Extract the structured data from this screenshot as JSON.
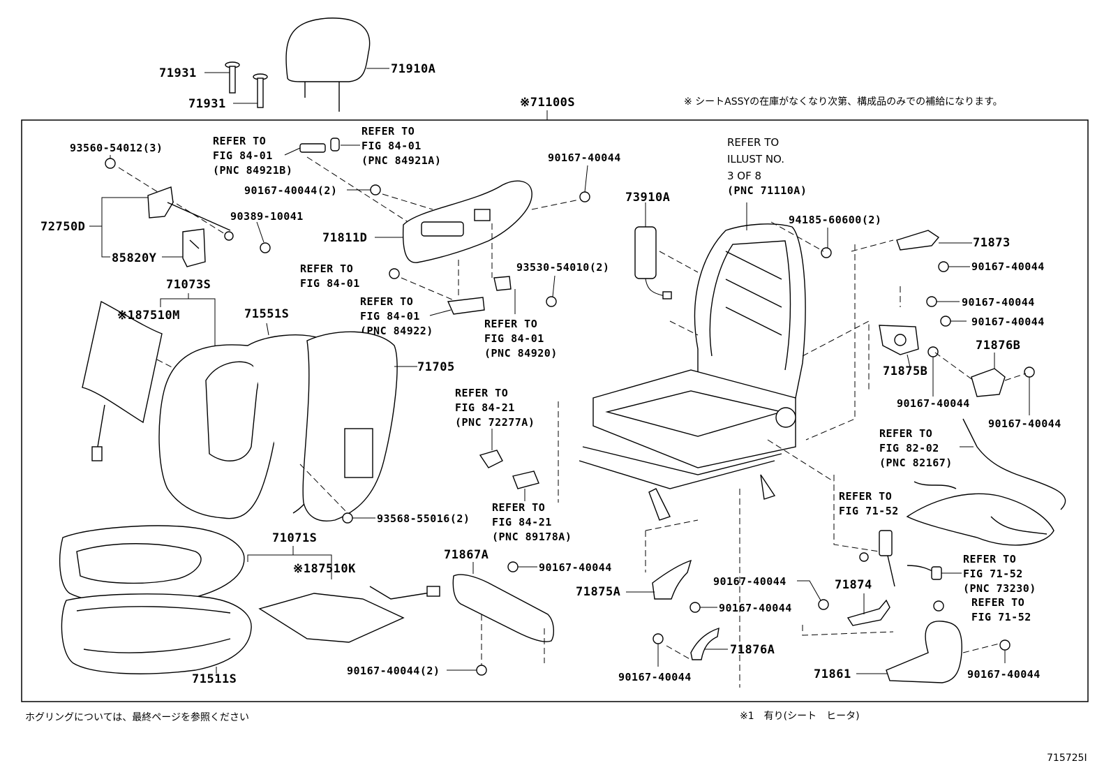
{
  "header_note": "※ シートASSYの在庫がなくなり次第、構成品のみでの補給になります。",
  "assembly_label": "※71100S",
  "footer_left": "ホグリングについては、最終ページを参照ください",
  "footer_right": "※1　有り(シート　ヒータ)",
  "illustration_id": "715725I",
  "headrest": {
    "guide_1": "71931",
    "guide_2": "71931",
    "headrest": "71910A"
  },
  "refer": {
    "r1": [
      "REFER TO",
      "FIG 84-01",
      "(PNC 84921B)"
    ],
    "r2": [
      "REFER TO",
      "FIG 84-01",
      "(PNC 84921A)"
    ],
    "r3": [
      "REFER TO",
      "FIG 84-01"
    ],
    "r4": [
      "REFER TO",
      "FIG 84-01",
      "(PNC 84922)"
    ],
    "r5": [
      "REFER TO",
      "FIG 84-01",
      "(PNC 84920)"
    ],
    "r6": [
      "REFER TO",
      "FIG 84-21",
      "(PNC 72277A)"
    ],
    "r7": [
      "REFER TO",
      "FIG 84-21",
      "(PNC 89178A)"
    ],
    "r8": [
      "REFER TO",
      "ILLUST NO.",
      "3 OF 8",
      "(PNC 71110A)"
    ],
    "r9": [
      "REFER TO",
      "FIG 82-02",
      "(PNC 82167)"
    ],
    "r10": [
      "REFER TO",
      "FIG 71-52"
    ],
    "r11": [
      "REFER TO",
      "FIG 71-52",
      "(PNC 73230)"
    ],
    "r12": [
      "REFER TO",
      "FIG 71-52"
    ]
  },
  "parts": {
    "p93560": "93560-54012(3)",
    "p72750D": "72750D",
    "p85820Y": "85820Y",
    "p90167_2a": "90167-40044(2)",
    "p90389": "90389-10041",
    "p71811D": "71811D",
    "p90167_a": "90167-40044",
    "p93530": "93530-54010(2)",
    "p73910A": "73910A",
    "p94185": "94185-60600(2)",
    "p71873": "71873",
    "p90167_b": "90167-40044",
    "p90167_c": "90167-40044",
    "p90167_d": "90167-40044",
    "p71876B": "71876B",
    "p71875B": "71875B",
    "p90167_e": "90167-40044",
    "p90167_f": "90167-40044",
    "p71073S": "71073S",
    "p187510M": "※187510M",
    "p71551S": "71551S",
    "p71705": "71705",
    "p93568": "93568-55016(2)",
    "p71071S": "71071S",
    "p187510K": "※187510K",
    "p71511S": "71511S",
    "p71867A": "71867A",
    "p90167_g": "90167-40044",
    "p90167_2b": "90167-40044(2)",
    "p71875A": "71875A",
    "p90167_h": "90167-40044",
    "p90167_i": "90167-40044",
    "p71874": "71874",
    "p71876A": "71876A",
    "p90167_j": "90167-40044",
    "p71861": "71861",
    "p90167_k": "90167-40044"
  }
}
